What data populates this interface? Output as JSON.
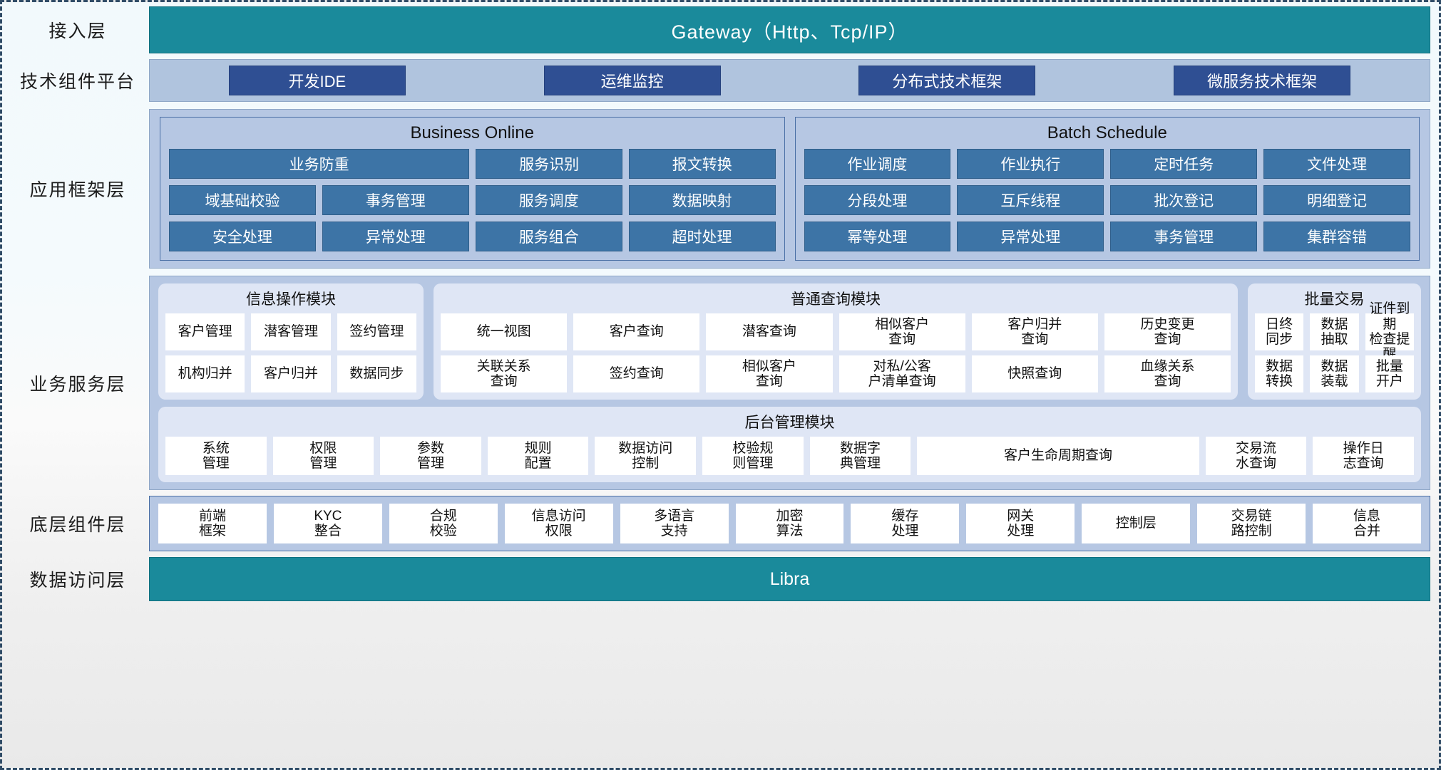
{
  "colors": {
    "teal": "#1a8a9b",
    "band_blue": "#b6c7e3",
    "chip_blue": "#3d74a6",
    "tech_chip": "#2f4f93",
    "cell_white": "#ffffff",
    "group_bg": "#dfe6f5",
    "border_dash": "#2f4b66"
  },
  "layers": {
    "access": {
      "label": "接入层",
      "bar": "Gateway（Http、Tcp/IP）"
    },
    "tech": {
      "label": "技术组件平台",
      "chips": [
        "开发IDE",
        "运维监控",
        "分布式技术框架",
        "微服务技术框架"
      ]
    },
    "app": {
      "label": "应用框架层",
      "groups": [
        {
          "title": "Business Online",
          "rows": [
            [
              {
                "text": "业务防重",
                "span": 2
              },
              {
                "text": "服务识别",
                "span": 1
              },
              {
                "text": "报文转换",
                "span": 1
              }
            ],
            [
              {
                "text": "域基础校验",
                "span": 1
              },
              {
                "text": "事务管理",
                "span": 1
              },
              {
                "text": "服务调度",
                "span": 1
              },
              {
                "text": "数据映射",
                "span": 1
              }
            ],
            [
              {
                "text": "安全处理",
                "span": 1
              },
              {
                "text": "异常处理",
                "span": 1
              },
              {
                "text": "服务组合",
                "span": 1
              },
              {
                "text": "超时处理",
                "span": 1
              }
            ]
          ]
        },
        {
          "title": "Batch Schedule",
          "rows": [
            [
              {
                "text": "作业调度",
                "span": 1
              },
              {
                "text": "作业执行",
                "span": 1
              },
              {
                "text": "定时任务",
                "span": 1
              },
              {
                "text": "文件处理",
                "span": 1
              }
            ],
            [
              {
                "text": "分段处理",
                "span": 1
              },
              {
                "text": "互斥线程",
                "span": 1
              },
              {
                "text": "批次登记",
                "span": 1
              },
              {
                "text": "明细登记",
                "span": 1
              }
            ],
            [
              {
                "text": "幂等处理",
                "span": 1
              },
              {
                "text": "异常处理",
                "span": 1
              },
              {
                "text": "事务管理",
                "span": 1
              },
              {
                "text": "集群容错",
                "span": 1
              }
            ]
          ]
        }
      ]
    },
    "service": {
      "label": "业务服务层",
      "row1": [
        {
          "key": "info",
          "title": "信息操作模块",
          "rows": [
            [
              "客户管理",
              "潜客管理",
              "签约管理"
            ],
            [
              "机构归并",
              "客户归并",
              "数据同步"
            ]
          ]
        },
        {
          "key": "query",
          "title": "普通查询模块",
          "rows": [
            [
              "统一视图",
              "客户查询",
              "潜客查询",
              "相似客户\n查询",
              "客户归并\n查询",
              "历史变更\n查询"
            ],
            [
              "关联关系\n查询",
              "签约查询",
              "相似客户\n查询",
              "对私/公客\n户清单查询",
              "快照查询",
              "血缘关系\n查询"
            ]
          ]
        },
        {
          "key": "batch",
          "title": "批量交易",
          "rows": [
            [
              "日终\n同步",
              "数据\n抽取",
              "证件到期\n检查提醒"
            ],
            [
              "数据\n转换",
              "数据\n装载",
              "批量\n开户"
            ]
          ]
        }
      ],
      "row2": {
        "key": "admin",
        "title": "后台管理模块",
        "cells": [
          {
            "text": "系统\n管理",
            "wide": false
          },
          {
            "text": "权限\n管理",
            "wide": false
          },
          {
            "text": "参数\n管理",
            "wide": false
          },
          {
            "text": "规则\n配置",
            "wide": false
          },
          {
            "text": "数据访问\n控制",
            "wide": false
          },
          {
            "text": "校验规\n则管理",
            "wide": false
          },
          {
            "text": "数据字\n典管理",
            "wide": false
          },
          {
            "text": "客户生命周期查询",
            "wide": true
          },
          {
            "text": "交易流\n水查询",
            "wide": false
          },
          {
            "text": "操作日\n志查询",
            "wide": false
          }
        ]
      }
    },
    "component": {
      "label": "底层组件层",
      "cells": [
        "前端\n框架",
        "KYC\n整合",
        "合规\n校验",
        "信息访问\n权限",
        "多语言\n支持",
        "加密\n算法",
        "缓存\n处理",
        "网关\n处理",
        "控制层",
        "交易链\n路控制",
        "信息\n合并"
      ]
    },
    "data": {
      "label": "数据访问层",
      "bar": "Libra"
    }
  }
}
